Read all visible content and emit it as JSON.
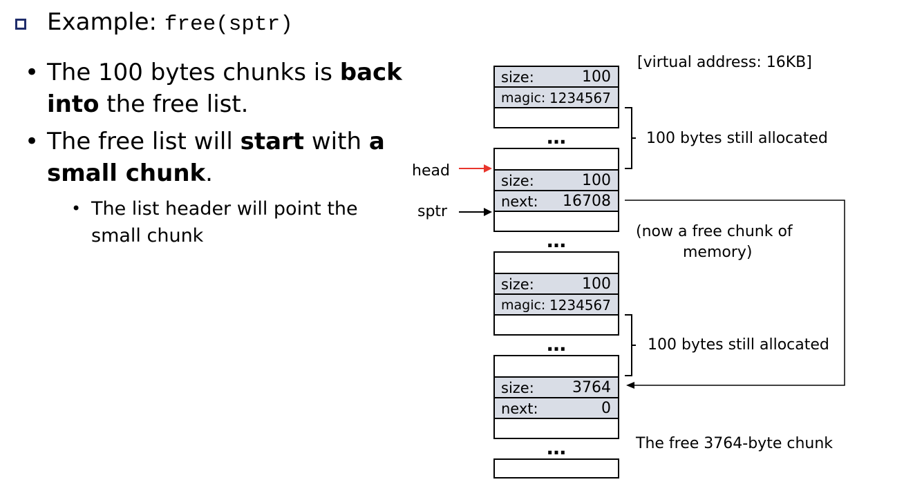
{
  "slide": {
    "title_prefix": "Example: ",
    "title_code": "free(sptr)",
    "bullets": [
      {
        "line1_a": "The 100 bytes chunks is ",
        "line1_b": "back",
        "line2_a": "into",
        "line2_b": " the free list."
      },
      {
        "line1_a": "The free list will ",
        "line1_b": "start",
        "line1_c": " with ",
        "line1_d": "a",
        "line2_a": "small chunk",
        "line2_b": "."
      }
    ],
    "sub_bullet": {
      "line1": "The list header will point the",
      "line2": "small chunk"
    }
  },
  "diagram": {
    "virtual_address": "[virtual address: 16KB]",
    "blocks": [
      {
        "label": "size:",
        "value": "100"
      },
      {
        "label": "magic:",
        "value": "1234567"
      },
      {
        "label": "size:",
        "value": "100"
      },
      {
        "label": "next:",
        "value": "16708"
      },
      {
        "label": "size:",
        "value": "100"
      },
      {
        "label": "magic:",
        "value": "1234567"
      },
      {
        "label": "size:",
        "value": "3764"
      },
      {
        "label": "next:",
        "value": "0"
      }
    ],
    "ellipsis": "…",
    "head_label": "head",
    "sptr_label": "sptr",
    "allocated_1": "100 bytes still allocated",
    "allocated_2": "100 bytes still allocated",
    "free_chunk_line1": "(now a free chunk of",
    "free_chunk_line2": "memory)",
    "free_3764": "The free 3764-byte chunk",
    "colors": {
      "cell_fill": "#d9dde6",
      "head_arrow": "#e8352c",
      "bullet_square": "#1f2d6b"
    }
  }
}
